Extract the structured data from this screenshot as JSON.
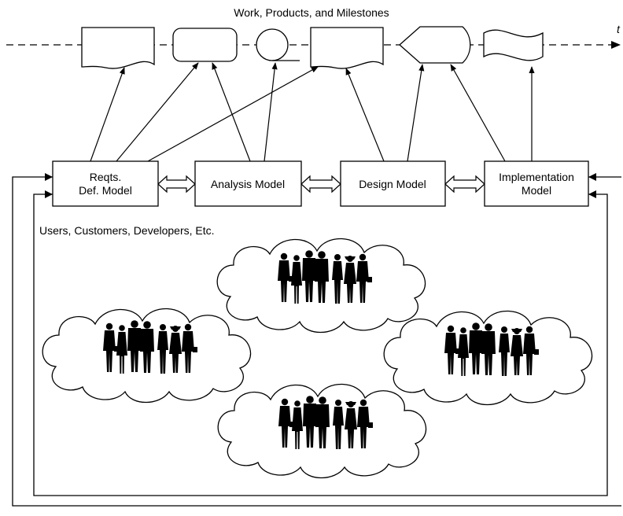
{
  "title": "Work, Products, and Milestones",
  "time_axis_label": "t",
  "milestones": [
    {
      "shape": "document",
      "id": "m1"
    },
    {
      "shape": "rounded-rectangle",
      "id": "m2"
    },
    {
      "shape": "sequential-storage-circle",
      "id": "m3"
    },
    {
      "shape": "document",
      "id": "m4"
    },
    {
      "shape": "display",
      "id": "m5"
    },
    {
      "shape": "punched-tape",
      "id": "m6"
    }
  ],
  "models": [
    {
      "id": "reqts",
      "lines": [
        "Reqts.",
        "Def. Model"
      ]
    },
    {
      "id": "analysis",
      "lines": [
        "Analysis Model"
      ]
    },
    {
      "id": "design",
      "lines": [
        "Design Model"
      ]
    },
    {
      "id": "implementation",
      "lines": [
        "Implementation",
        "Model"
      ]
    }
  ],
  "stakeholders_label": "Users, Customers, Developers, Etc.",
  "stakeholder_groups": [
    {
      "id": "top"
    },
    {
      "id": "left"
    },
    {
      "id": "right"
    },
    {
      "id": "bottom"
    }
  ],
  "colors": {
    "line": "#000000",
    "background": "#ffffff",
    "silhouette": "#000000"
  }
}
